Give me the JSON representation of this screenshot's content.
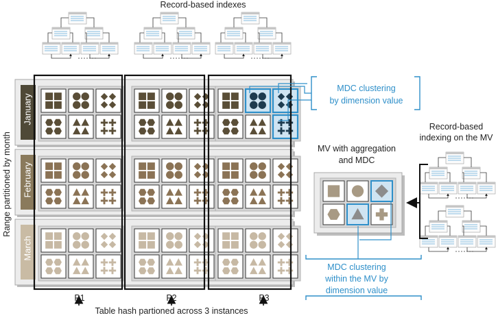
{
  "title_indexes": "Record-based indexes",
  "y_axis_label": "Range partitioned by month",
  "x_axis_label": "Table hash partioned across 3 instances",
  "months": [
    {
      "name": "January",
      "tab_color": "#4f4937",
      "shape_color": "#5a4e37"
    },
    {
      "name": "February",
      "tab_color": "#8a7a5c",
      "shape_color": "#8b7355"
    },
    {
      "name": "March",
      "tab_color": "#c9bba4",
      "shape_color": "#c7b9a4"
    }
  ],
  "partitions": [
    "P1",
    "P2",
    "P3"
  ],
  "mdc_label_line1": "MDC clustering",
  "mdc_label_line2": "by dimension value",
  "mv_title_line1": "MV with aggregation",
  "mv_title_line2": "and MDC",
  "mv_index_line1": "Record-based",
  "mv_index_line2": "indexing on the MV",
  "mv_mdc_line1": "MDC clustering",
  "mv_mdc_line2": "within the MV by",
  "mv_mdc_line3": "dimension value",
  "shapes_grid": [
    [
      "squares",
      "circles",
      "diamonds"
    ],
    [
      "hexagons",
      "triangles",
      "crosses"
    ]
  ],
  "mv_shapes": [
    [
      "square",
      "circle",
      "diamond"
    ],
    [
      "hexagon",
      "triangle",
      "cross"
    ]
  ],
  "colors": {
    "accent_blue": "#2e8fc9",
    "highlight_fill": "#cfe4f2",
    "mv_shape": "#a89a84"
  }
}
